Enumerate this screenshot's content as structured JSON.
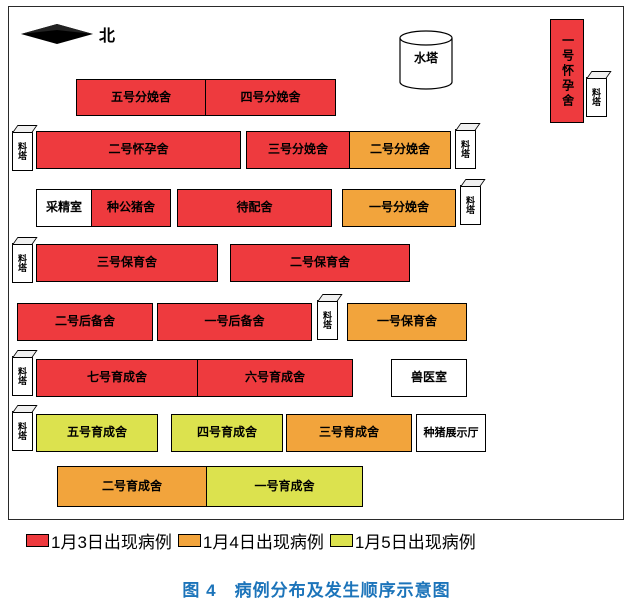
{
  "compass": {
    "label": "北"
  },
  "water_tower": {
    "label": "水塔"
  },
  "feed_tower_label": "料塔",
  "colors": {
    "day3": "#ee3a3e",
    "day4": "#f2a43c",
    "day5": "#dce24e",
    "no_case": "#ffffff"
  },
  "buildings": [
    {
      "label": "一号怀孕舍",
      "day": "day3"
    },
    {
      "label": "五号分娩舍",
      "day": "day3"
    },
    {
      "label": "四号分娩舍",
      "day": "day3"
    },
    {
      "label": "二号怀孕舍",
      "day": "day3"
    },
    {
      "label": "三号分娩舍",
      "day": "day3"
    },
    {
      "label": "二号分娩舍",
      "day": "day4"
    },
    {
      "label": "采精室",
      "day": "none"
    },
    {
      "label": "种公猪舍",
      "day": "day3"
    },
    {
      "label": "待配舍",
      "day": "day3"
    },
    {
      "label": "一号分娩舍",
      "day": "day4"
    },
    {
      "label": "三号保育舍",
      "day": "day3"
    },
    {
      "label": "二号保育舍",
      "day": "day3"
    },
    {
      "label": "二号后备舍",
      "day": "day3"
    },
    {
      "label": "一号后备舍",
      "day": "day3"
    },
    {
      "label": "一号保育舍",
      "day": "day4"
    },
    {
      "label": "七号育成舍",
      "day": "day3"
    },
    {
      "label": "六号育成舍",
      "day": "day3"
    },
    {
      "label": "兽医室",
      "day": "none"
    },
    {
      "label": "五号育成舍",
      "day": "day5"
    },
    {
      "label": "四号育成舍",
      "day": "day5"
    },
    {
      "label": "三号育成舍",
      "day": "day4"
    },
    {
      "label": "种猪展示厅",
      "day": "none"
    },
    {
      "label": "二号育成舍",
      "day": "day4"
    },
    {
      "label": "一号育成舍",
      "day": "day5"
    }
  ],
  "legend": {
    "items": [
      {
        "label": "1月3日出现病例",
        "color": "#ee3a3e"
      },
      {
        "label": "1月4日出现病例",
        "color": "#f2a43c"
      },
      {
        "label": "1月5日出现病例",
        "color": "#dce24e"
      }
    ]
  },
  "caption": "图 4　病例分布及发生顺序示意图"
}
